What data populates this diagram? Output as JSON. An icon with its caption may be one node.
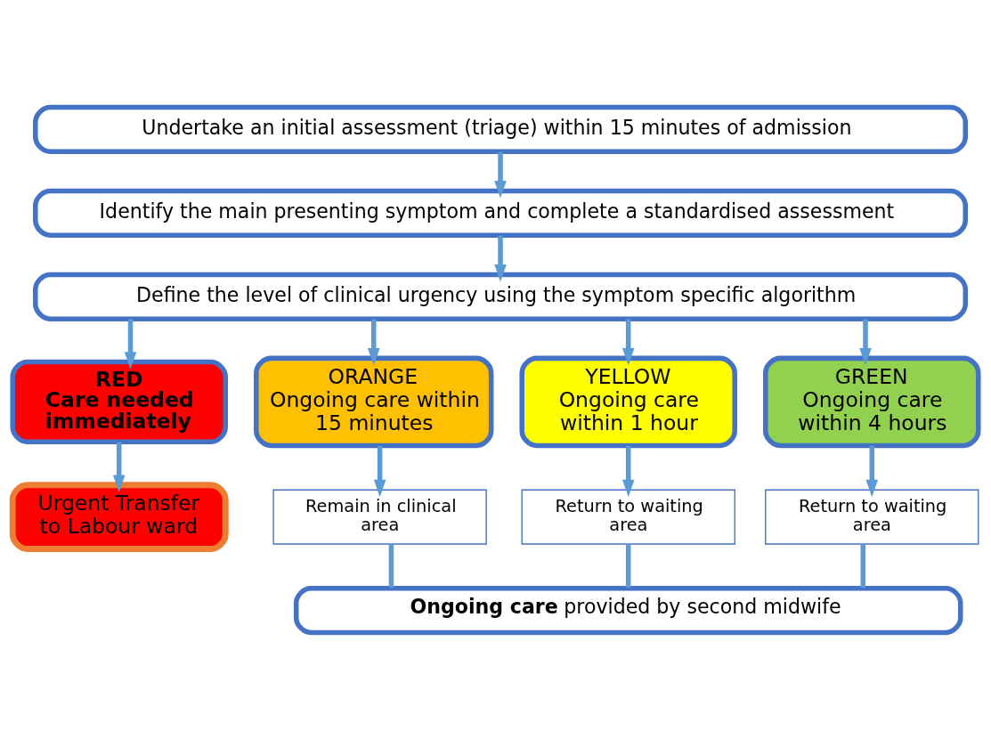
{
  "diagram": {
    "nodes": [
      {
        "text": [
          "Undertake an initial assessment (triage) within 15 minutes of admission"
        ]
      },
      {
        "text": [
          "Identify the main presenting symptom and complete a standardised assessment"
        ]
      },
      {
        "text": [
          "Define the level of clinical urgency using the symptom specific algorithm"
        ]
      },
      {
        "text": [
          "RED",
          "Care needed immediately"
        ]
      },
      {
        "text": [
          "ORANGE",
          "Ongoing care within 15 minutes"
        ]
      },
      {
        "text": [
          "YELLOW",
          "Ongoing care within 1 hour"
        ]
      },
      {
        "text": [
          "GREEN",
          "Ongoing care within 4 hours"
        ]
      },
      {
        "text": [
          "Urgent Transfer to Labour ward"
        ]
      },
      {
        "text": [
          "Remain in clinical area"
        ]
      },
      {
        "text": [
          "Return to waiting area"
        ]
      },
      {
        "text": [
          "Return to waiting area"
        ]
      },
      {
        "text": [
          "**Ongoing care** provided by second midwife"
        ]
      }
    ],
    "edges": [
      {
        "from": 0,
        "to": 1,
        "arrow": "to"
      },
      {
        "from": 1,
        "to": 2,
        "arrow": "to"
      },
      {
        "from": 2,
        "to": 3,
        "arrow": "to"
      },
      {
        "from": 2,
        "to": 4,
        "arrow": "to"
      },
      {
        "from": 2,
        "to": 5,
        "arrow": "to"
      },
      {
        "from": 2,
        "to": 6,
        "arrow": "to"
      },
      {
        "from": 3,
        "to": 7,
        "arrow": "to"
      },
      {
        "from": 4,
        "to": 8,
        "arrow": "to"
      },
      {
        "from": 5,
        "to": 9,
        "arrow": "to"
      },
      {
        "from": 6,
        "to": 10,
        "arrow": "to"
      },
      {
        "from": 8,
        "to": 11,
        "arrow": "none"
      },
      {
        "from": 9,
        "to": 11,
        "arrow": "none"
      },
      {
        "from": 10,
        "to": 11,
        "arrow": "none"
      }
    ]
  }
}
